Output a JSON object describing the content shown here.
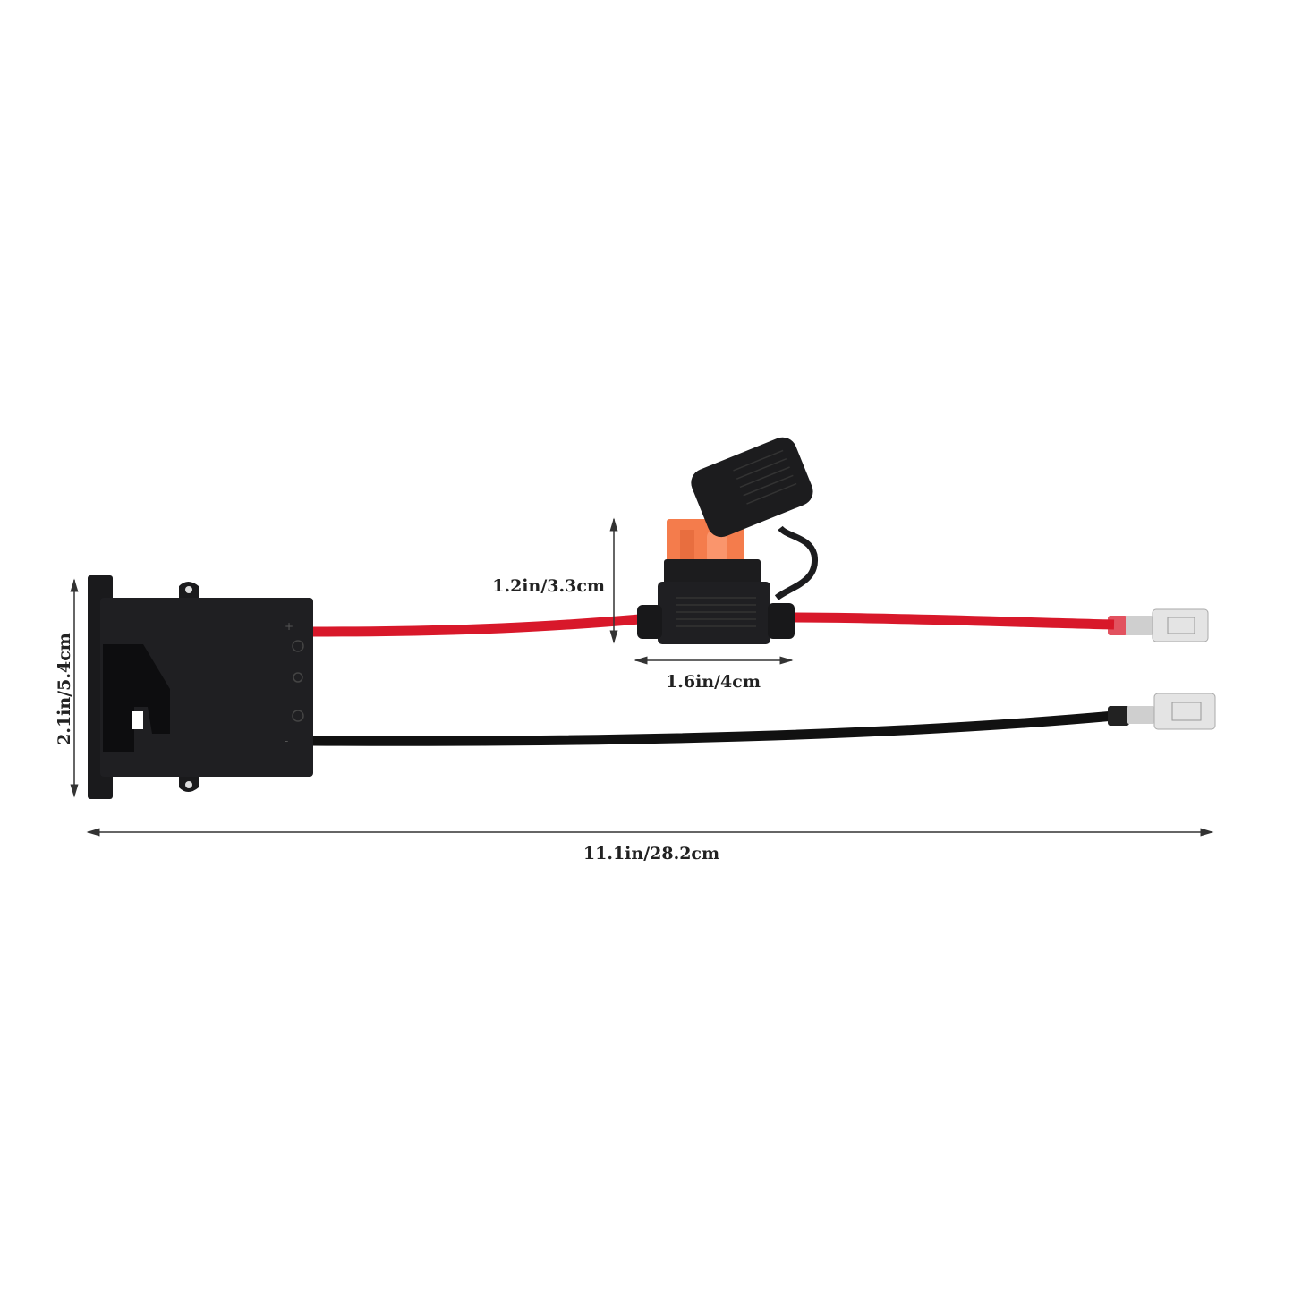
{
  "dimensions": {
    "connector_height": "2.1in/5.4cm",
    "fuse_height": "1.2in/3.3cm",
    "fuse_width": "1.6in/4cm",
    "total_length": "11.1in/28.2cm"
  },
  "polarity": {
    "positive": "+",
    "negative": "-"
  },
  "colors": {
    "background": "#ffffff",
    "connector": "#1c1c1e",
    "red_wire": "#d8182a",
    "black_wire": "#111111",
    "fuse": "#f47c4c",
    "dimension_line": "#333333"
  }
}
